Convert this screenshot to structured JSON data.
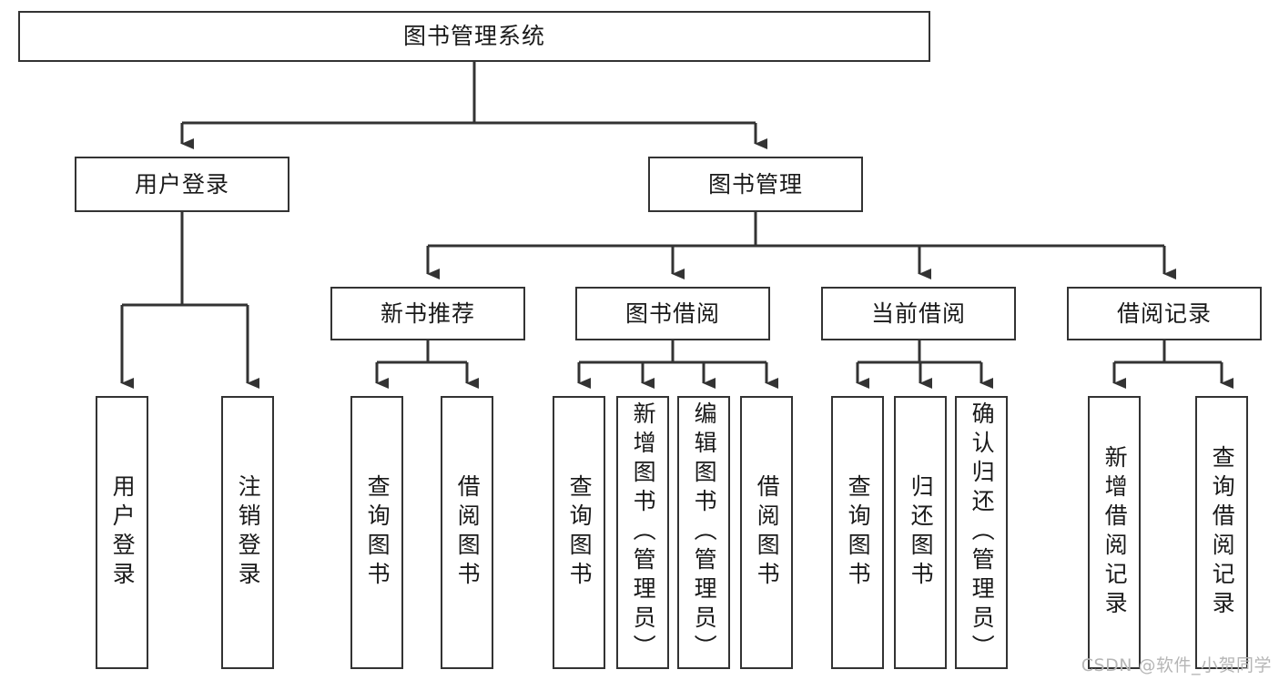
{
  "diagram": {
    "title": "图书管理系统",
    "type": "tree-hierarchy-flowchart",
    "watermark": "CSDN @软件_小贺同学",
    "colors": {
      "box_border": "#333333",
      "box_fill": "#ffffff",
      "connector": "#333333",
      "text": "#1a1a1a",
      "watermark": "#b6b6b6",
      "background": "#ffffff"
    },
    "nodes": {
      "root": {
        "label": "图书管理系统",
        "orientation": "horizontal"
      },
      "level2": [
        {
          "id": "user-login",
          "label": "用户登录",
          "orientation": "horizontal"
        },
        {
          "id": "book-management",
          "label": "图书管理",
          "orientation": "horizontal"
        }
      ],
      "level3": [
        {
          "id": "new-book-recommend",
          "label": "新书推荐",
          "orientation": "horizontal"
        },
        {
          "id": "book-borrow",
          "label": "图书借阅",
          "orientation": "horizontal"
        },
        {
          "id": "current-borrow",
          "label": "当前借阅",
          "orientation": "horizontal"
        },
        {
          "id": "borrow-record",
          "label": "借阅记录",
          "orientation": "horizontal"
        }
      ],
      "leaves": {
        "user-login": [
          {
            "id": "leaf-user-login",
            "label": "用户登录",
            "orientation": "vertical"
          },
          {
            "id": "leaf-logout",
            "label": "注销登录",
            "orientation": "vertical"
          }
        ],
        "new-book-recommend": [
          {
            "id": "leaf-query-book-1",
            "label": "查询图书",
            "orientation": "vertical"
          },
          {
            "id": "leaf-borrow-book-1",
            "label": "借阅图书",
            "orientation": "vertical"
          }
        ],
        "book-borrow": [
          {
            "id": "leaf-query-book-2",
            "label": "查询图书",
            "orientation": "vertical"
          },
          {
            "id": "leaf-add-book",
            "label": "新增图书（管理员）",
            "orientation": "vertical"
          },
          {
            "id": "leaf-edit-book",
            "label": "编辑图书（管理员）",
            "orientation": "vertical"
          },
          {
            "id": "leaf-borrow-book-2",
            "label": "借阅图书",
            "orientation": "vertical"
          }
        ],
        "current-borrow": [
          {
            "id": "leaf-query-book-3",
            "label": "查询图书",
            "orientation": "vertical"
          },
          {
            "id": "leaf-return-book",
            "label": "归还图书",
            "orientation": "vertical"
          },
          {
            "id": "leaf-confirm-return",
            "label": "确认归还（管理员）",
            "orientation": "vertical"
          }
        ],
        "borrow-record": [
          {
            "id": "leaf-add-record",
            "label": "新增借阅记录",
            "orientation": "vertical"
          },
          {
            "id": "leaf-query-record",
            "label": "查询借阅记录",
            "orientation": "vertical"
          }
        ]
      }
    }
  }
}
